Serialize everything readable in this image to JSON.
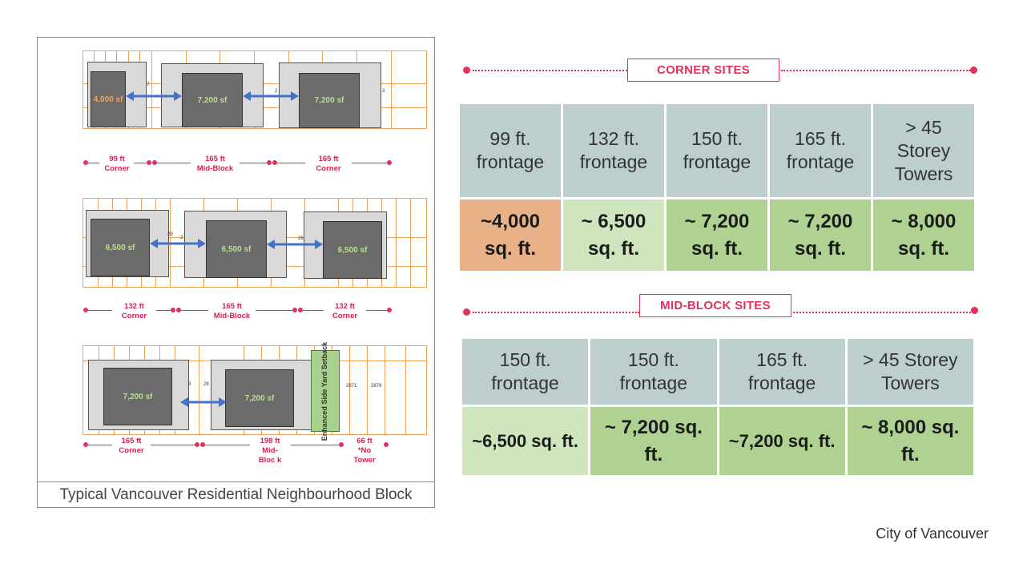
{
  "diagram": {
    "caption": "Typical Vancouver Residential Neighbourhood Block",
    "rows": [
      {
        "towers": [
          "4,000 sf",
          "7,200 sf",
          "7,200 sf"
        ],
        "small_labels": [
          "7",
          "2",
          "3"
        ],
        "dimensions": [
          {
            "size": "99 ft",
            "type": "Corner"
          },
          {
            "size": "165 ft",
            "type": "Mid-Block"
          },
          {
            "size": "165 ft",
            "type": "Corner"
          }
        ]
      },
      {
        "towers": [
          "6,500 sf",
          "6,500 sf",
          "6,500 sf"
        ],
        "small_labels": [
          "29",
          "2",
          "26"
        ],
        "dimensions": [
          {
            "size": "132 ft",
            "type": "Corner"
          },
          {
            "size": "165 ft",
            "type": "Mid-Block"
          },
          {
            "size": "132 ft",
            "type": "Corner"
          }
        ]
      },
      {
        "towers": [
          "7,200 sf",
          "7,200 sf"
        ],
        "small_labels": [
          "3",
          "28",
          "2871",
          "2879"
        ],
        "setback": "Enhanced Side Yard Setback",
        "dimensions": [
          {
            "size": "165 ft",
            "type": "Corner"
          },
          {
            "size": "198 ft",
            "type": "Mid-Bloc k"
          },
          {
            "size": "66 ft",
            "type": "*No Tower"
          }
        ]
      }
    ]
  },
  "corner_sites": {
    "title": "CORNER SITES",
    "headers": [
      "99 ft. frontage",
      "132 ft. frontage",
      "150 ft. frontage",
      "165 ft. frontage",
      "> 45 Storey Towers"
    ],
    "values": [
      "~4,000 sq. ft.",
      "~ 6,500 sq. ft.",
      "~ 7,200 sq. ft.",
      "~ 7,200 sq. ft.",
      "~ 8,000 sq. ft."
    ]
  },
  "mid_block_sites": {
    "title": "MID-BLOCK SITES",
    "headers": [
      "150 ft. frontage",
      "150 ft. frontage",
      "165 ft. frontage",
      "> 45 Storey Towers"
    ],
    "values": [
      "~6,500 sq. ft.",
      "~ 7,200 sq. ft.",
      "~7,200 sq. ft.",
      "~ 8,000 sq. ft."
    ]
  },
  "colors": {
    "accent": "#e0325a",
    "lot_lines": "#f2a15a",
    "header_bg": "#bccfcd",
    "orange_cell": "#e8b187",
    "light_green_cell": "#cfe5bd",
    "green_cell": "#afd292",
    "arrow": "#4472c4"
  },
  "credit": "City of Vancouver"
}
